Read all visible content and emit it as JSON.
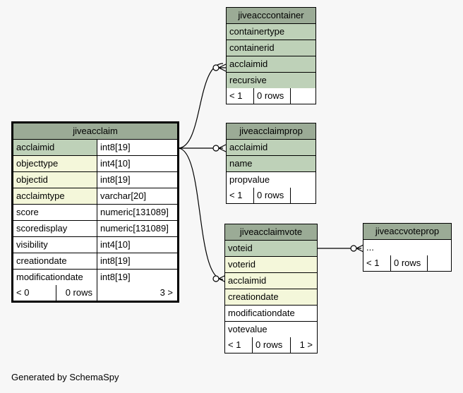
{
  "tables": {
    "jiveacclaim": {
      "name": "jiveacclaim",
      "columns": [
        {
          "name": "acclaimid",
          "type": "int8[19]",
          "kind": "pk"
        },
        {
          "name": "objecttype",
          "type": "int4[10]",
          "kind": "fk"
        },
        {
          "name": "objectid",
          "type": "int8[19]",
          "kind": "fk"
        },
        {
          "name": "acclaimtype",
          "type": "varchar[20]",
          "kind": "fk"
        },
        {
          "name": "score",
          "type": "numeric[131089]",
          "kind": "plain"
        },
        {
          "name": "scoredisplay",
          "type": "numeric[131089]",
          "kind": "plain"
        },
        {
          "name": "visibility",
          "type": "int4[10]",
          "kind": "plain"
        },
        {
          "name": "creationdate",
          "type": "int8[19]",
          "kind": "plain"
        },
        {
          "name": "modificationdate",
          "type": "int8[19]",
          "kind": "plain"
        }
      ],
      "footer": {
        "parents": "< 0",
        "rows": "0 rows",
        "children": "3 >"
      }
    },
    "jiveacccontainer": {
      "name": "jiveacccontainer",
      "columns": [
        {
          "name": "containertype",
          "kind": "pk"
        },
        {
          "name": "containerid",
          "kind": "pk"
        },
        {
          "name": "acclaimid",
          "kind": "pk"
        },
        {
          "name": "recursive",
          "kind": "pk"
        }
      ],
      "footer": {
        "parents": "< 1",
        "rows": "0 rows",
        "children": ""
      }
    },
    "jiveacclaimprop": {
      "name": "jiveacclaimprop",
      "columns": [
        {
          "name": "acclaimid",
          "kind": "pk"
        },
        {
          "name": "name",
          "kind": "pk"
        },
        {
          "name": "propvalue",
          "kind": "plain"
        }
      ],
      "footer": {
        "parents": "< 1",
        "rows": "0 rows",
        "children": ""
      }
    },
    "jiveacclaimvote": {
      "name": "jiveacclaimvote",
      "columns": [
        {
          "name": "voteid",
          "kind": "pk"
        },
        {
          "name": "voterid",
          "kind": "fk"
        },
        {
          "name": "acclaimid",
          "kind": "fk"
        },
        {
          "name": "creationdate",
          "kind": "fk"
        },
        {
          "name": "modificationdate",
          "kind": "plain"
        },
        {
          "name": "votevalue",
          "kind": "plain"
        }
      ],
      "footer": {
        "parents": "< 1",
        "rows": "0 rows",
        "children": "1 >"
      }
    },
    "jiveaccvoteprop": {
      "name": "jiveaccvoteprop",
      "columns": [
        {
          "name": "...",
          "kind": "plain"
        }
      ],
      "footer": {
        "parents": "< 1",
        "rows": "0 rows",
        "children": ""
      }
    }
  },
  "colors": {
    "header": "#9bab96",
    "primary_key": "#bed1b8",
    "foreign_key": "#f4f7da",
    "background": "#f7f7f7"
  },
  "generated_by": "Generated by SchemaSpy"
}
